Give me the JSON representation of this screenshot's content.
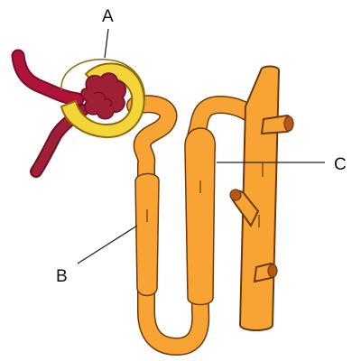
{
  "labels": {
    "a": "A",
    "b": "B",
    "c": "C"
  },
  "colors": {
    "tubule": "#F7A435",
    "tubule_outline": "#6B3A0C",
    "capsule": "#F3D53A",
    "capsule_outline": "#8E6A0A",
    "glomerulus": "#9E1F36",
    "glomerulus_dark": "#6E0F22",
    "arteriole": "#B0133A",
    "arteriole_dark": "#7A0D28",
    "leader_line": "#222222"
  }
}
